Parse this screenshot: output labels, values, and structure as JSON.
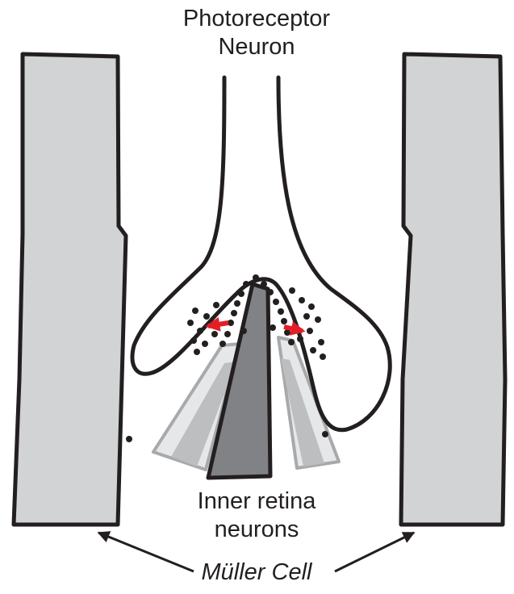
{
  "labels": {
    "photoreceptor_line1": "Photoreceptor",
    "photoreceptor_line2": "Neuron",
    "inner_line1": "Inner retina",
    "inner_line2": "neurons",
    "muller": "Müller Cell"
  },
  "colors": {
    "outline": "#231f20",
    "muller_fill": "#d1d3d4",
    "dendrite_light": "#e6e7e8",
    "dendrite_mid": "#a7a9ac",
    "dendrite_dark": "#808285",
    "diffusion_arrow": "#e41e26"
  }
}
